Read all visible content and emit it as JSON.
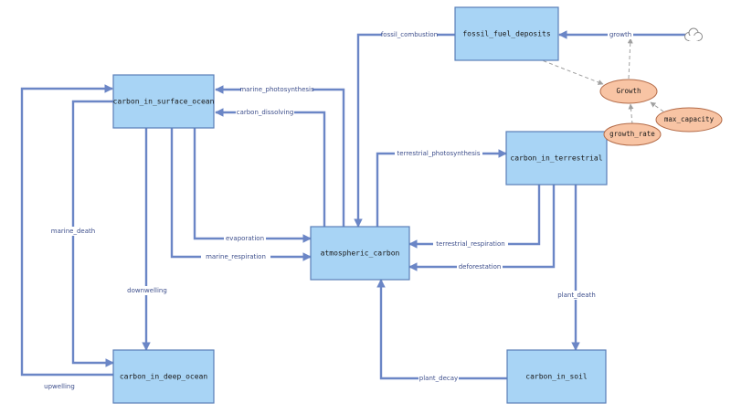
{
  "stocks": {
    "surface_ocean": "carbon_in_surface_ocean",
    "deep_ocean": "carbon_in_deep_ocean",
    "atmosphere": "atmospheric_carbon",
    "fossil": "fossil_fuel_deposits",
    "terrestrial": "carbon_in_terrestrial",
    "soil": "carbon_in_soil"
  },
  "flows": {
    "fossil_combustion": "fossil_combustion",
    "growth": "growth",
    "marine_photosynthesis": "marine_photosynthesis",
    "carbon_dissolving": "carbon_dissolving",
    "terrestrial_photosynthesis": "terrestrial_photosynthesis",
    "evaporation": "evaporation",
    "marine_respiration": "marine_respiration",
    "terrestrial_respiration": "terrestrial_respiration",
    "deforestation": "deforestation",
    "marine_death": "marine_death",
    "downwelling": "downwelling",
    "upwelling": "upwelling",
    "plant_death": "plant_death",
    "plant_decay": "plant_decay"
  },
  "auxiliaries": {
    "growth_aux": "Growth",
    "growth_rate": "growth_rate",
    "max_capacity": "max_capacity"
  },
  "colors": {
    "stock_fill": "#a8d4f5",
    "flow": "#6b86c6",
    "aux_fill": "#f8c4a4",
    "link": "#a0a0a0"
  }
}
